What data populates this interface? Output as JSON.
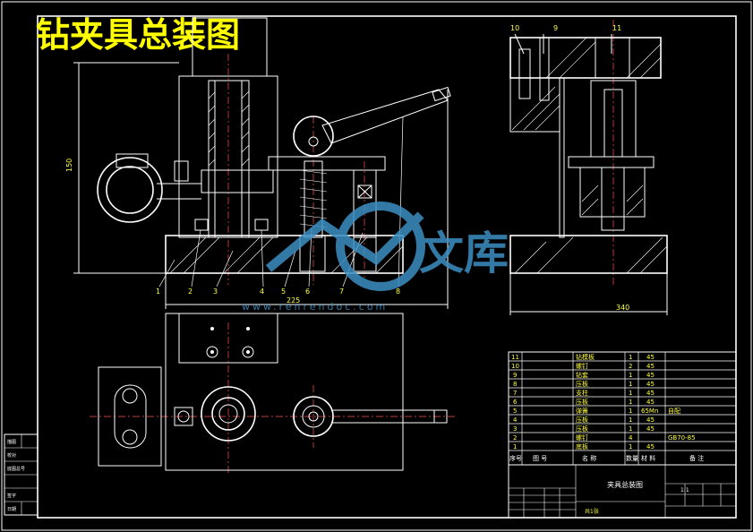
{
  "title": "钻夹具总装图",
  "watermark": {
    "brand": "文库",
    "url": "www.renrendoc.com"
  },
  "dimensions": {
    "overall_width": "225",
    "side_width": "340",
    "height": "150"
  },
  "balloons_front": [
    "1",
    "2",
    "3",
    "4",
    "5",
    "6",
    "7",
    "8"
  ],
  "balloons_side": [
    "9",
    "10",
    "11"
  ],
  "parts_table": {
    "header": {
      "no": "序号",
      "code": "图 号",
      "name": "名 称",
      "qty": "数量",
      "material": "材 料",
      "remark": "备 注"
    },
    "rows": [
      {
        "no": "11",
        "name": "钻模板",
        "qty": "1",
        "material": "45",
        "remark": ""
      },
      {
        "no": "10",
        "name": "螺钉",
        "qty": "2",
        "material": "45",
        "remark": ""
      },
      {
        "no": "9",
        "name": "钻套",
        "qty": "1",
        "material": "45",
        "remark": ""
      },
      {
        "no": "8",
        "name": "压板",
        "qty": "1",
        "material": "45",
        "remark": ""
      },
      {
        "no": "7",
        "name": "支柱",
        "qty": "1",
        "material": "45",
        "remark": ""
      },
      {
        "no": "6",
        "name": "压板",
        "qty": "1",
        "material": "45",
        "remark": ""
      },
      {
        "no": "5",
        "name": "弹簧",
        "qty": "1",
        "material": "65Mn",
        "remark": "自配"
      },
      {
        "no": "4",
        "name": "压板",
        "qty": "1",
        "material": "45",
        "remark": ""
      },
      {
        "no": "3",
        "name": "压板",
        "qty": "1",
        "material": "45",
        "remark": ""
      },
      {
        "no": "2",
        "name": "螺钉",
        "qty": "4",
        "material": "",
        "remark": "GB70-85"
      },
      {
        "no": "1",
        "name": "底板",
        "qty": "1",
        "material": "45",
        "remark": ""
      }
    ]
  },
  "title_block": {
    "drawing_name": "夹具总装图",
    "scale": "1:1",
    "sheet": "共1张"
  },
  "margin_labels": [
    "描图",
    "校对",
    "底图总号",
    "签字",
    "日期"
  ]
}
